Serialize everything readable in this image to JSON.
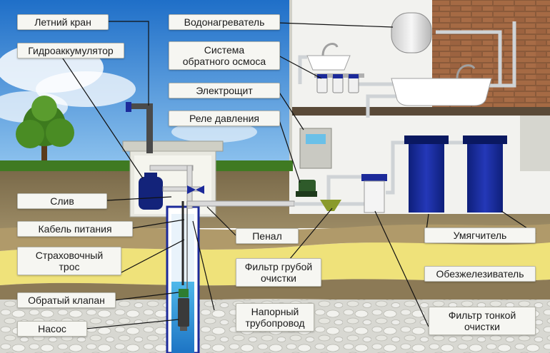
{
  "labels": {
    "summer_tap": "Летний кран",
    "accumulator": "Гидроаккумулятор",
    "drain": "Слив",
    "power_cable": "Кабель питания",
    "safety_rope": "Страховочный\nтрос",
    "check_valve": "Обратый клапан",
    "pump": "Насос",
    "water_heater": "Водонагреватель",
    "reverse_osmosis": "Система\nобратного осмоса",
    "electrical_panel": "Электрощит",
    "pressure_switch": "Реле давления",
    "casing": "Пенал",
    "coarse_filter": "Фильтр грубой\nочистки",
    "pressure_pipe": "Напорный\nтрубопровод",
    "softener": "Умягчитель",
    "iron_remover": "Обезжелезиватель",
    "fine_filter": "Фильтр тонкой\nочистки"
  }
}
